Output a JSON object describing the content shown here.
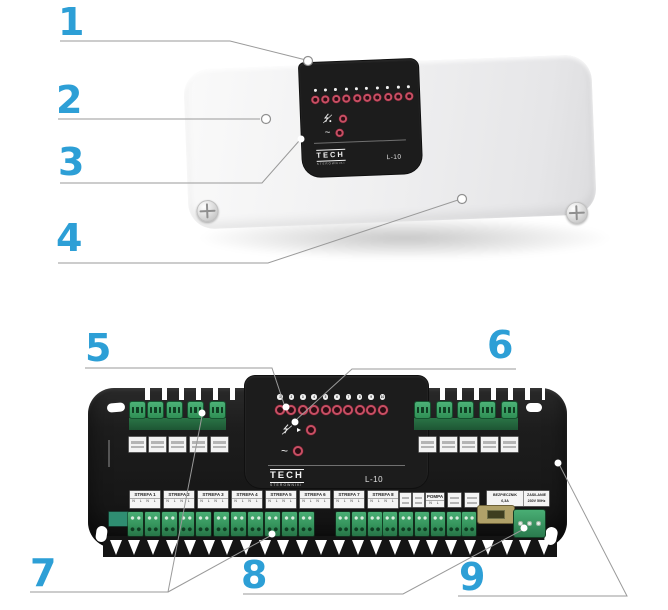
{
  "colors": {
    "accent_blue": "#2d9fd6",
    "callout_line_gray": "#9a9a9a",
    "led_red": "#c84f64",
    "terminal_green": "#3aa869",
    "body_black": "#1c1c1c",
    "body_white": "#f0f0f1",
    "fuse_tan": "#b0a169"
  },
  "callouts": [
    "1",
    "2",
    "3",
    "4",
    "5",
    "6",
    "7",
    "8",
    "9"
  ],
  "panel": {
    "brand": "TECH",
    "brand_sub": "STEROWNIKI",
    "model": "L-10",
    "zone_led_count": 10,
    "status_rows": [
      {
        "symbol": "lightning-slash"
      },
      {
        "symbol": "~"
      }
    ]
  },
  "bottom_device": {
    "top_terminals_count": 10,
    "zone_labels": [
      {
        "title": "STREFA 1",
        "sub": "N L N L"
      },
      {
        "title": "STREFA 2",
        "sub": "N L N L"
      },
      {
        "title": "STREFA 3",
        "sub": "N L N L"
      },
      {
        "title": "STREFA 4",
        "sub": "N L N L"
      },
      {
        "title": "STREFA 5",
        "sub": "N L N L"
      },
      {
        "title": "STREFA 6",
        "sub": "N L N L"
      },
      {
        "title": "STREFA 7",
        "sub": "N L N L"
      },
      {
        "title": "STREFA 8",
        "sub": "N L N L"
      }
    ],
    "aux_labels": [
      {
        "title": "",
        "sub": ""
      },
      {
        "title": "",
        "sub": ""
      },
      {
        "title": "POMPA",
        "sub": "N L"
      },
      {
        "title": "",
        "sub": ""
      },
      {
        "title": "",
        "sub": ""
      }
    ],
    "fuse_label": {
      "line1": "BEZPIECZNIK",
      "line2": "6,3A"
    },
    "power_label": {
      "line1": "ZASILANIE",
      "line2": "230V 50Hz"
    }
  }
}
